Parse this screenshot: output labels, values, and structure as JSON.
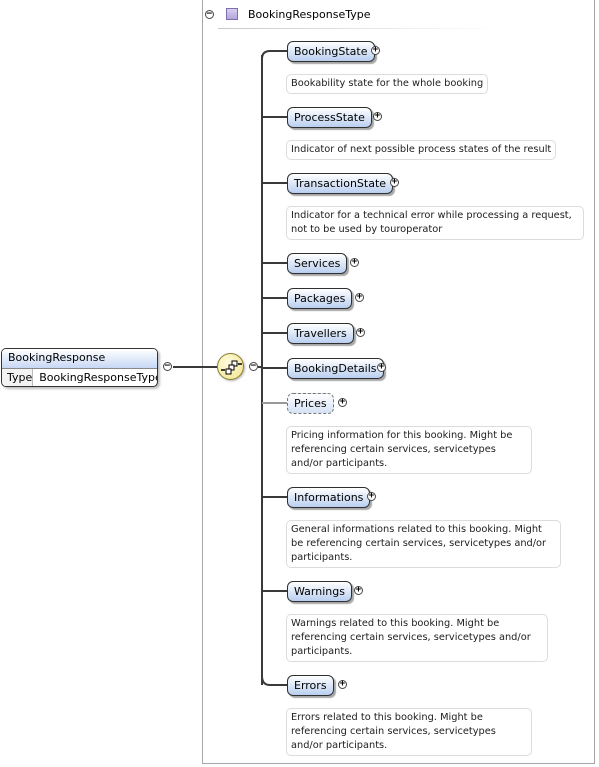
{
  "type_def": {
    "name": "BookingResponseType"
  },
  "root": {
    "name": "BookingResponse",
    "type_label": "Type",
    "type_value": "BookingResponseType"
  },
  "elements": [
    {
      "name": "BookingState",
      "doc": "Bookability state for the whole booking"
    },
    {
      "name": "ProcessState",
      "doc": "Indicator of next possible process states of the result"
    },
    {
      "name": "TransactionState",
      "doc": "Indicator for a technical error while processing a request, not to be used by touroperator"
    },
    {
      "name": "Services"
    },
    {
      "name": "Packages"
    },
    {
      "name": "Travellers"
    },
    {
      "name": "BookingDetails"
    },
    {
      "name": "Prices",
      "doc": "Pricing information for this booking. Might be referencing certain services, servicetypes and/or participants."
    },
    {
      "name": "Informations",
      "doc": "General informations related to this booking. Might be referencing certain services, servicetypes and/or participants."
    },
    {
      "name": "Warnings",
      "doc": "Warnings related to this booking. Might be referencing certain services, servicetypes and/or participants."
    },
    {
      "name": "Errors",
      "doc": "Errors related to this booking. Might be referencing certain services, servicetypes and/or participants."
    }
  ],
  "symbols": {
    "expand": "+",
    "collapse": "−"
  }
}
